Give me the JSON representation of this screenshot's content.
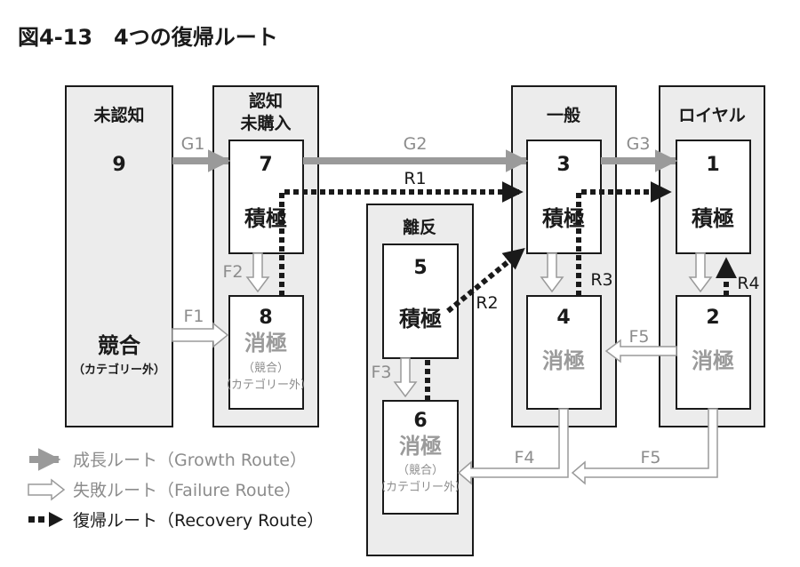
{
  "title": "図4-13　4つの復帰ルート",
  "colors": {
    "panel": "#ececec",
    "growth": "#9a9a9a",
    "recovery": "#1a1a1a",
    "failure_stroke": "#9a9a9a"
  },
  "columns": {
    "mininchi": "未認知",
    "ninchi_line1": "認知",
    "ninchi_line2": "未購入",
    "rihan": "離反",
    "ippan": "一般",
    "royal": "ロイヤル"
  },
  "segments": {
    "s9": {
      "num": "9",
      "main": "競合",
      "sub": "（カテゴリー外）"
    },
    "s7": {
      "num": "7",
      "label": "積極"
    },
    "s8": {
      "num": "8",
      "label": "消極",
      "sub1": "（競合）",
      "sub2": "（カテゴリー外）"
    },
    "s5": {
      "num": "5",
      "label": "積極"
    },
    "s6": {
      "num": "6",
      "label": "消極",
      "sub1": "（競合）",
      "sub2": "（カテゴリー外）"
    },
    "s3": {
      "num": "3",
      "label": "積極"
    },
    "s4": {
      "num": "4",
      "label": "消極"
    },
    "s1": {
      "num": "1",
      "label": "積極"
    },
    "s2": {
      "num": "2",
      "label": "消極"
    }
  },
  "routes": {
    "G1": "G1",
    "G2": "G2",
    "G3": "G3",
    "F1": "F1",
    "F2": "F2",
    "F3": "F3",
    "F4": "F4",
    "F5a": "F5",
    "F5b": "F5",
    "R1": "R1",
    "R2": "R2",
    "R3": "R3",
    "R4": "R4"
  },
  "legend": {
    "growth": "成長ルート（Growth Route）",
    "failure": "失敗ルート（Failure Route）",
    "recovery": "復帰ルート（Recovery Route）"
  }
}
